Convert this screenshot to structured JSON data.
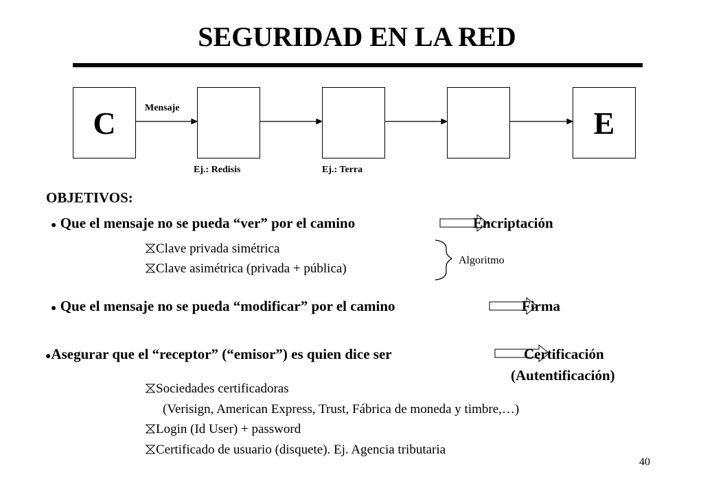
{
  "title": "SEGURIDAD EN LA RED",
  "diagram": {
    "box_c": "C",
    "box_e": "E",
    "message_label": "Mensaje",
    "example_1": "Ej.: Redisis",
    "example_2": "Ej.: Terra"
  },
  "objectives_heading": "OBJETIVOS:",
  "objective_1": {
    "bullet": "●",
    "text": "Que el mensaje no se pueda “ver” por el camino",
    "result": "Encriptación",
    "subitems": [
      "Clave privada simétrica",
      "Clave asimétrica (privada + pública)"
    ],
    "brace_label": "Algoritmo"
  },
  "objective_2": {
    "bullet": "●",
    "text": "Que el mensaje no se pueda “modificar” por el camino",
    "result": "Firma"
  },
  "objective_3": {
    "bullet": "●",
    "text": "Asegurar que el “receptor” (“emisor”) es quien dice ser",
    "result_line1": "Certificación",
    "result_line2": "(Autentificación)",
    "subitems": [
      "Sociedades certificadoras",
      "(Verisign, American Express, Trust, Fábrica de moneda y timbre,…)",
      "Login (Id User) + password",
      "Certificado de usuario (disquete). Ej. Agencia tributaria"
    ]
  },
  "page_number": "40"
}
